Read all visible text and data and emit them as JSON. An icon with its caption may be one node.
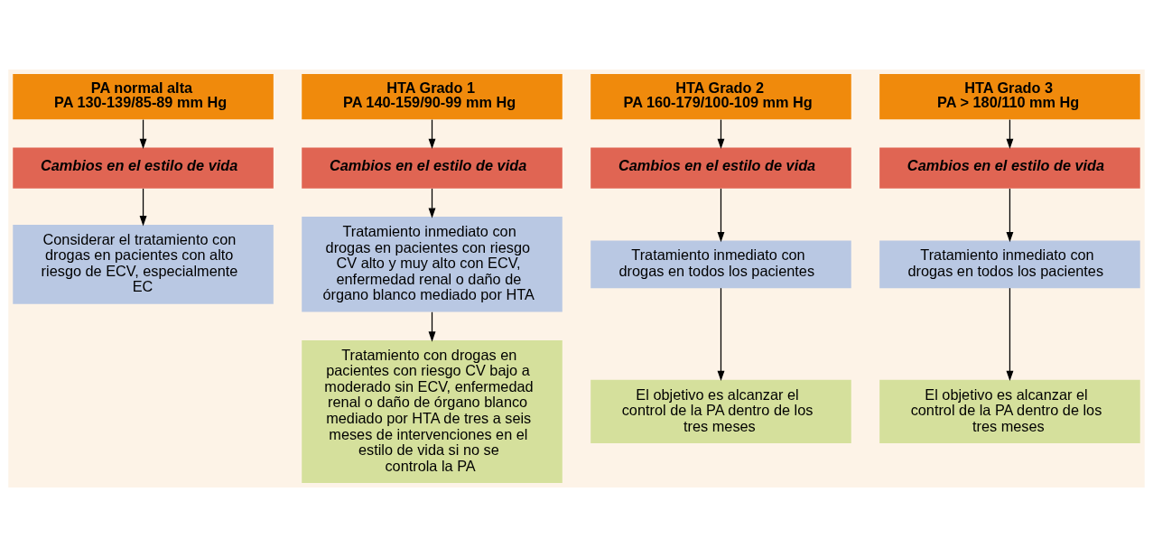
{
  "diagram": {
    "nodes": [
      {
        "text": [
          "PA normal alta",
          "PA 130-139/85-89 mm Hg"
        ]
      },
      {
        "text": [
          "Cambios en el estilo de vida"
        ]
      },
      {
        "text": [
          "Considerar el tratamiento con drogas en pacientes con alto riesgo de ECV, especialmente EC"
        ]
      },
      {
        "text": [
          "HTA Grado 1",
          "PA 140-159/90-99 mm Hg"
        ]
      },
      {
        "text": [
          "Cambios en el estilo de vida"
        ]
      },
      {
        "text": [
          "Tratamiento inmediato con drogas en pacientes con riesgo CV alto y muy alto con ECV, enfermedad renal o daño de órgano blanco mediado por HTA"
        ]
      },
      {
        "text": [
          "Tratamiento con drogas en pacientes con riesgo CV bajo a moderado sin ECV, enfermedad renal o daño de órgano blanco mediado por HTA de tres a seis meses de intervenciones en el estilo de vida si no se controla la PA"
        ]
      },
      {
        "text": [
          "HTA Grado 2",
          "PA 160-179/100-109 mm Hg"
        ]
      },
      {
        "text": [
          "Cambios en el estilo de vida"
        ]
      },
      {
        "text": [
          "Tratamiento inmediato con drogas en todos los pacientes"
        ]
      },
      {
        "text": [
          "El objetivo es alcanzar el control de la PA dentro de los tres meses"
        ]
      },
      {
        "text": [
          "HTA Grado 3",
          "PA > 180/110 mm Hg"
        ]
      },
      {
        "text": [
          "Cambios en el estilo de vida"
        ]
      },
      {
        "text": [
          "Tratamiento inmediato con drogas en todos los pacientes"
        ]
      },
      {
        "text": [
          "El objetivo es alcanzar el control de la PA dentro de los tres meses"
        ]
      }
    ],
    "edges": [
      {
        "from": 0,
        "to": 1,
        "arrow": "to"
      },
      {
        "from": 1,
        "to": 2,
        "arrow": "to"
      },
      {
        "from": 3,
        "to": 4,
        "arrow": "to"
      },
      {
        "from": 4,
        "to": 5,
        "arrow": "to"
      },
      {
        "from": 5,
        "to": 6,
        "arrow": "to"
      },
      {
        "from": 7,
        "to": 8,
        "arrow": "to"
      },
      {
        "from": 8,
        "to": 9,
        "arrow": "to"
      },
      {
        "from": 9,
        "to": 10,
        "arrow": "to"
      },
      {
        "from": 11,
        "to": 12,
        "arrow": "to"
      },
      {
        "from": 12,
        "to": 13,
        "arrow": "to"
      },
      {
        "from": 13,
        "to": 14,
        "arrow": "to"
      }
    ]
  }
}
